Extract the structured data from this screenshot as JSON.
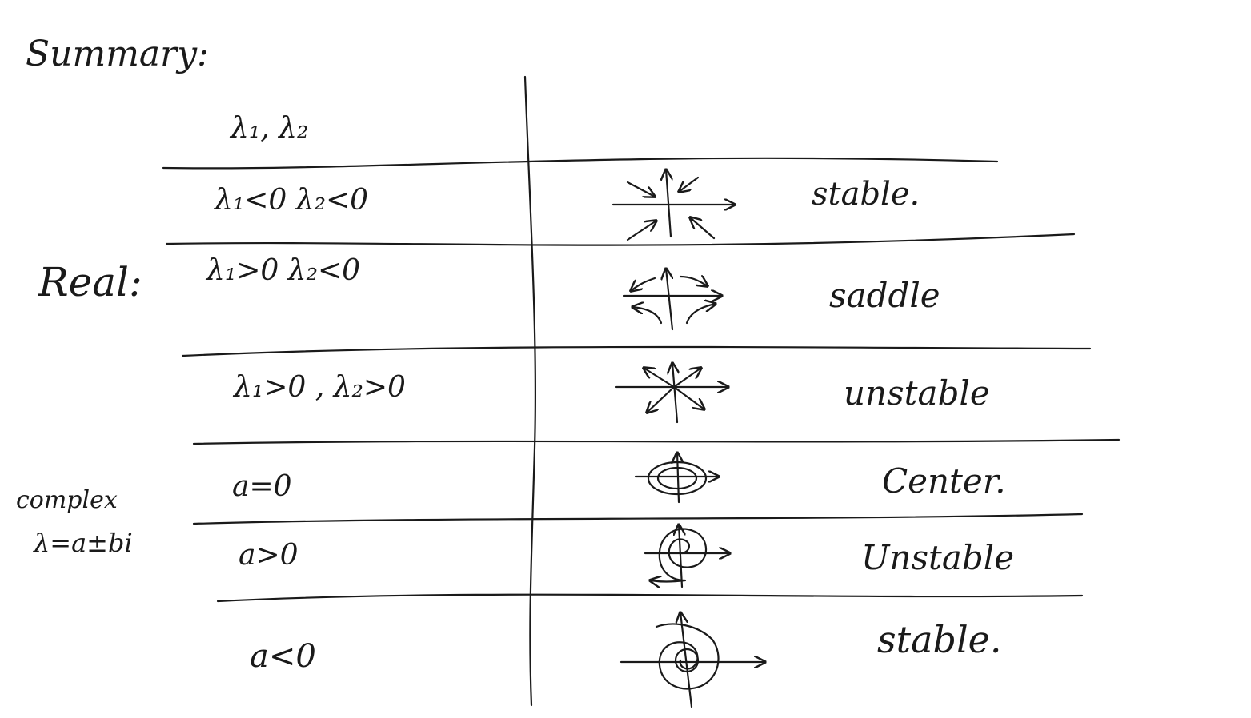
{
  "title": "Summary:",
  "header": {
    "eigen_label": "λ₁, λ₂"
  },
  "groups": {
    "real": "Real:",
    "complex_line1": "complex",
    "complex_line2": "λ=a±bi"
  },
  "rows": [
    {
      "condition": "λ₁<0   λ₂<0",
      "portrait_icon": "stable-node-icon",
      "classification": "stable."
    },
    {
      "condition": "λ₁>0  λ₂<0",
      "portrait_icon": "saddle-icon",
      "classification": "saddle"
    },
    {
      "condition": "λ₁>0 , λ₂>0",
      "portrait_icon": "unstable-node-icon",
      "classification": "unstable"
    },
    {
      "condition": "a=0",
      "portrait_icon": "center-icon",
      "classification": "Center."
    },
    {
      "condition": "a>0",
      "portrait_icon": "unstable-spiral-icon",
      "classification": "Unstable"
    },
    {
      "condition": "a<0",
      "portrait_icon": "stable-spiral-icon",
      "classification": "stable."
    }
  ]
}
